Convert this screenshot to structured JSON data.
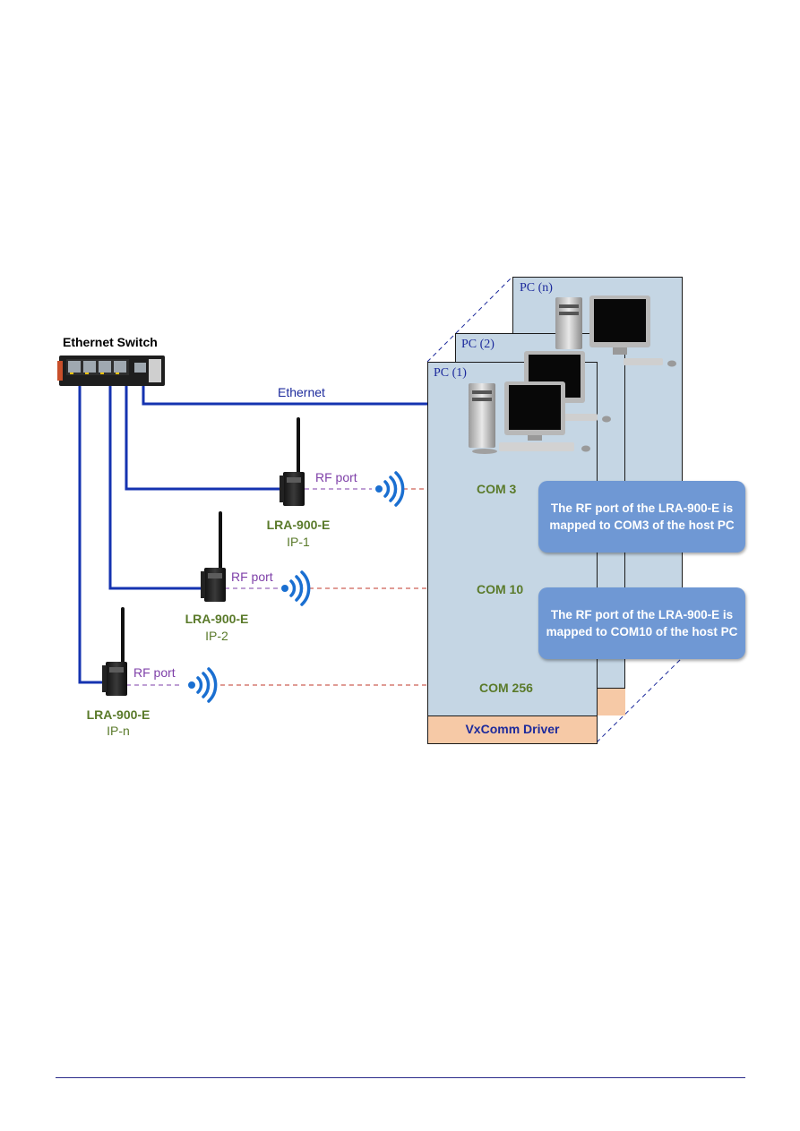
{
  "switch": {
    "title": "Ethernet Switch"
  },
  "network": {
    "ethernet_label": "Ethernet"
  },
  "pcs": [
    {
      "title": "PC (n)"
    },
    {
      "title": "PC (2)"
    },
    {
      "title": "PC (1)"
    }
  ],
  "ports": [
    {
      "com": "COM 3",
      "rf_label": "RF port",
      "device_name": "LRA-900-E",
      "device_ip": "IP-1"
    },
    {
      "com": "COM 10",
      "rf_label": "RF port",
      "device_name": "LRA-900-E",
      "device_ip": "IP-2"
    },
    {
      "com": "COM 256",
      "rf_label": "RF port",
      "device_name": "LRA-900-E",
      "device_ip": "IP-n"
    }
  ],
  "callouts": [
    {
      "text": "The RF port of the LRA-900-E is mapped to COM3 of the host PC"
    },
    {
      "text": "The RF port of the LRA-900-E is mapped to COM10 of the host PC"
    }
  ],
  "driver": {
    "label": "VxComm Driver"
  },
  "colors": {
    "pc_fill": "#c5d6e4",
    "ethernet_line": "#1533b0",
    "rf_dashed_line": "#c0392b",
    "callout_fill": "#6f98d4",
    "device_text": "#5a7a2a",
    "rf_text": "#7e3fa8",
    "driver_fill": "#f6c9a6"
  },
  "icons": [
    "switch-icon",
    "antenna-device-icon",
    "wireless-signal-icon",
    "desktop-computer-icon"
  ]
}
